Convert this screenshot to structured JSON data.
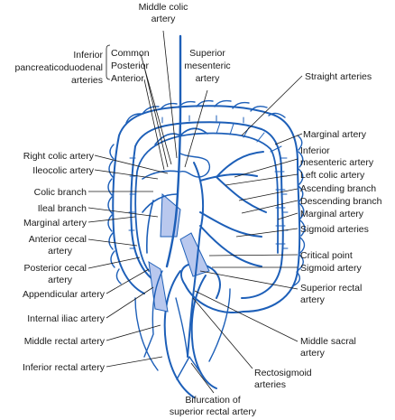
{
  "labels": {
    "middle_colic": [
      "Middle colic",
      "artery"
    ],
    "inferior_pd": [
      "Inferior",
      "pancreaticoduodenal",
      "arteries"
    ],
    "common": "Common",
    "posterior": "Posterior",
    "anterior": "Anterior",
    "superior_mesenteric": [
      "Superior",
      "mesenteric",
      "artery"
    ],
    "straight_arteries": "Straight arteries",
    "marginal_artery_right": "Marginal artery",
    "inferior_mesenteric": [
      "Inferior",
      "mesenteric artery"
    ],
    "left_colic": "Left colic artery",
    "ascending_branch": "Ascending branch",
    "descending_branch": "Descending branch",
    "marginal_artery_right2": "Marginal artery",
    "sigmoid_arteries": "Sigmoid arteries",
    "critical_point": "Critical point",
    "sigmoid_artery": "Sigmoid artery",
    "superior_rectal": [
      "Superior rectal",
      "artery"
    ],
    "middle_sacral": [
      "Middle sacral",
      "artery"
    ],
    "rectosigmoid": [
      "Rectosigmoid",
      "arteries"
    ],
    "bifurcation": [
      "Bifurcation of",
      "superior rectal artery"
    ],
    "right_colic": "Right colic artery",
    "ileocolic": "Ileocolic artery",
    "colic_branch": "Colic branch",
    "ileal_branch": "Ileal branch",
    "marginal_artery_left": "Marginal artery",
    "anterior_cecal": [
      "Anterior cecal",
      "artery"
    ],
    "posterior_cecal": [
      "Posterior cecal",
      "artery"
    ],
    "appendicular": "Appendicular artery",
    "internal_iliac": "Internal iliac artery",
    "middle_rectal": "Middle rectal artery",
    "inferior_rectal": "Inferior rectal artery"
  },
  "colors": {
    "vessel": "#1d5fb8",
    "shade": "#b9c8ee",
    "text": "#1a1a1a"
  }
}
